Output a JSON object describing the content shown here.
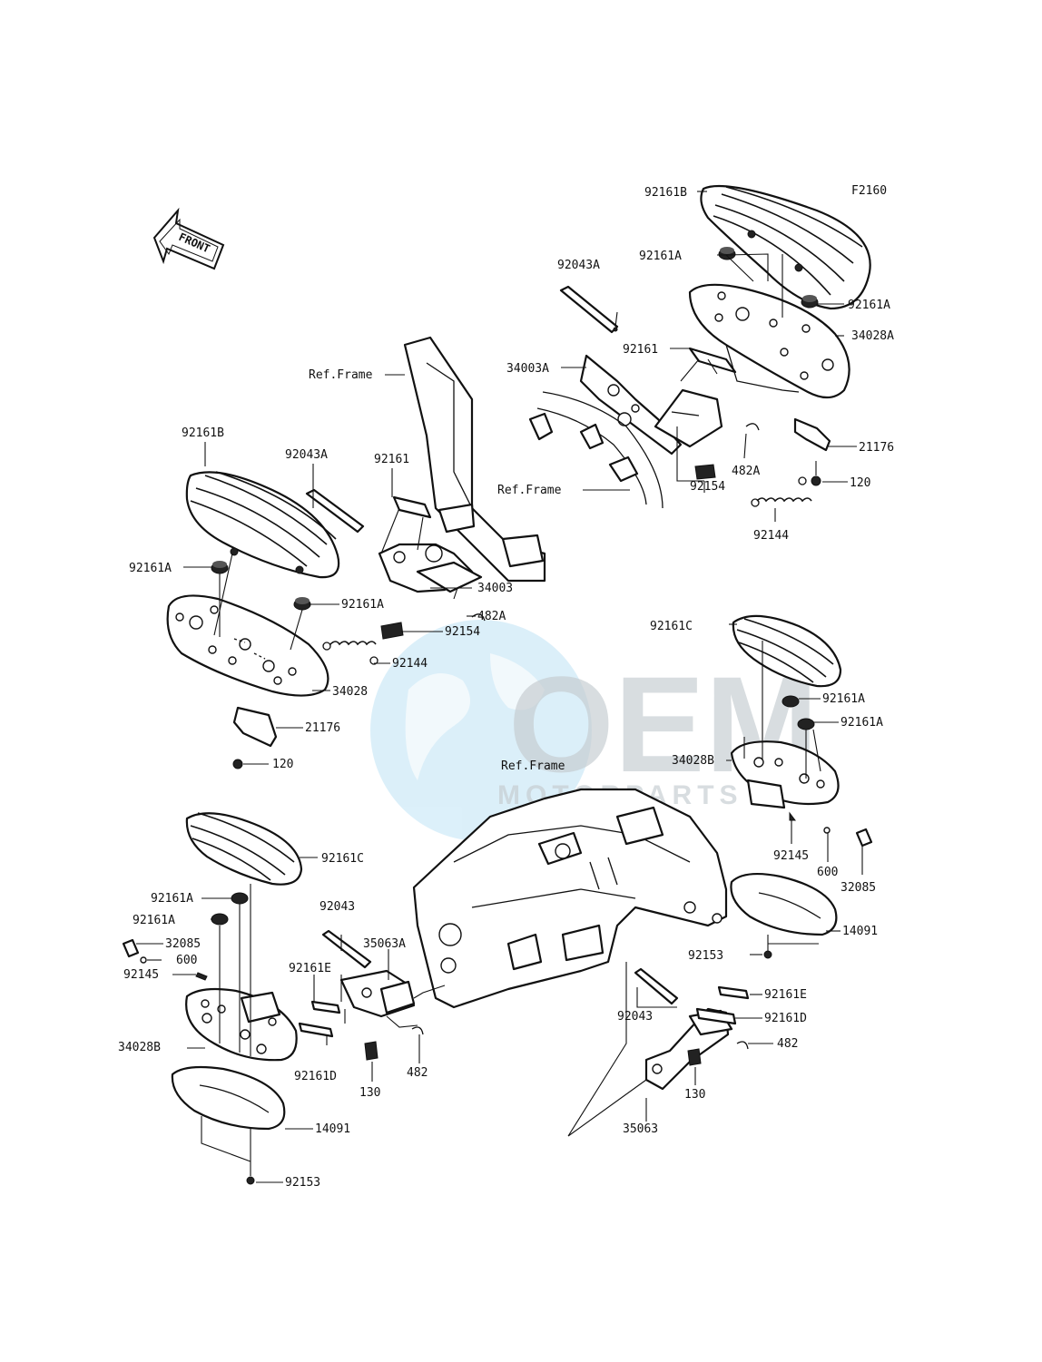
{
  "figure_code": "F2160",
  "front_indicator": "FRONT",
  "watermark": {
    "brand": "OEM",
    "sub": "MOTORPARTS",
    "color": "#bfe3f5"
  },
  "labels": {
    "ref_frame": "Ref.Frame",
    "p92161B": "92161B",
    "p92161A": "92161A",
    "p92161": "92161",
    "p92161C": "92161C",
    "p92161D": "92161D",
    "p92161E": "92161E",
    "p92043A": "92043A",
    "p92043": "92043",
    "p34003A": "34003A",
    "p34003": "34003",
    "p34028A": "34028A",
    "p34028": "34028",
    "p34028B": "34028B",
    "p21176": "21176",
    "p120": "120",
    "p130": "130",
    "p482A": "482A",
    "p482": "482",
    "p92154": "92154",
    "p92144": "92144",
    "p92145": "92145",
    "p600": "600",
    "p32085": "32085",
    "p14091": "14091",
    "p92153": "92153",
    "p35063A": "35063A",
    "p35063": "35063"
  }
}
